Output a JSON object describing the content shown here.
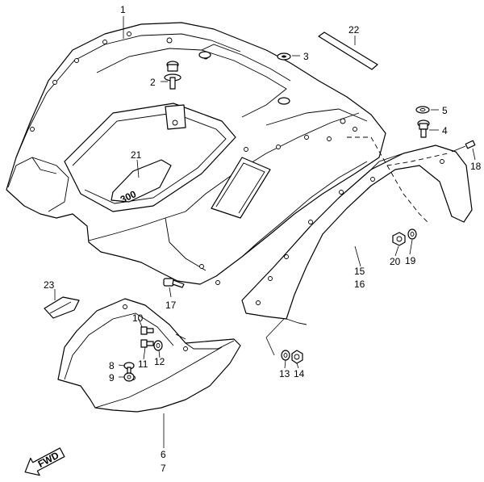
{
  "callouts": {
    "c1": "1",
    "c2": "2",
    "c3": "3",
    "c4": "4",
    "c5": "5",
    "c6": "6",
    "c7": "7",
    "c8": "8",
    "c9": "9",
    "c10": "10",
    "c11": "11",
    "c12": "12",
    "c13": "13",
    "c14": "14",
    "c15": "15",
    "c16": "16",
    "c17": "17",
    "c18": "18",
    "c19": "19",
    "c20": "20",
    "c21": "21",
    "c22": "22",
    "c23": "23"
  },
  "emblem_text": "300",
  "fwd_label": "FWD"
}
